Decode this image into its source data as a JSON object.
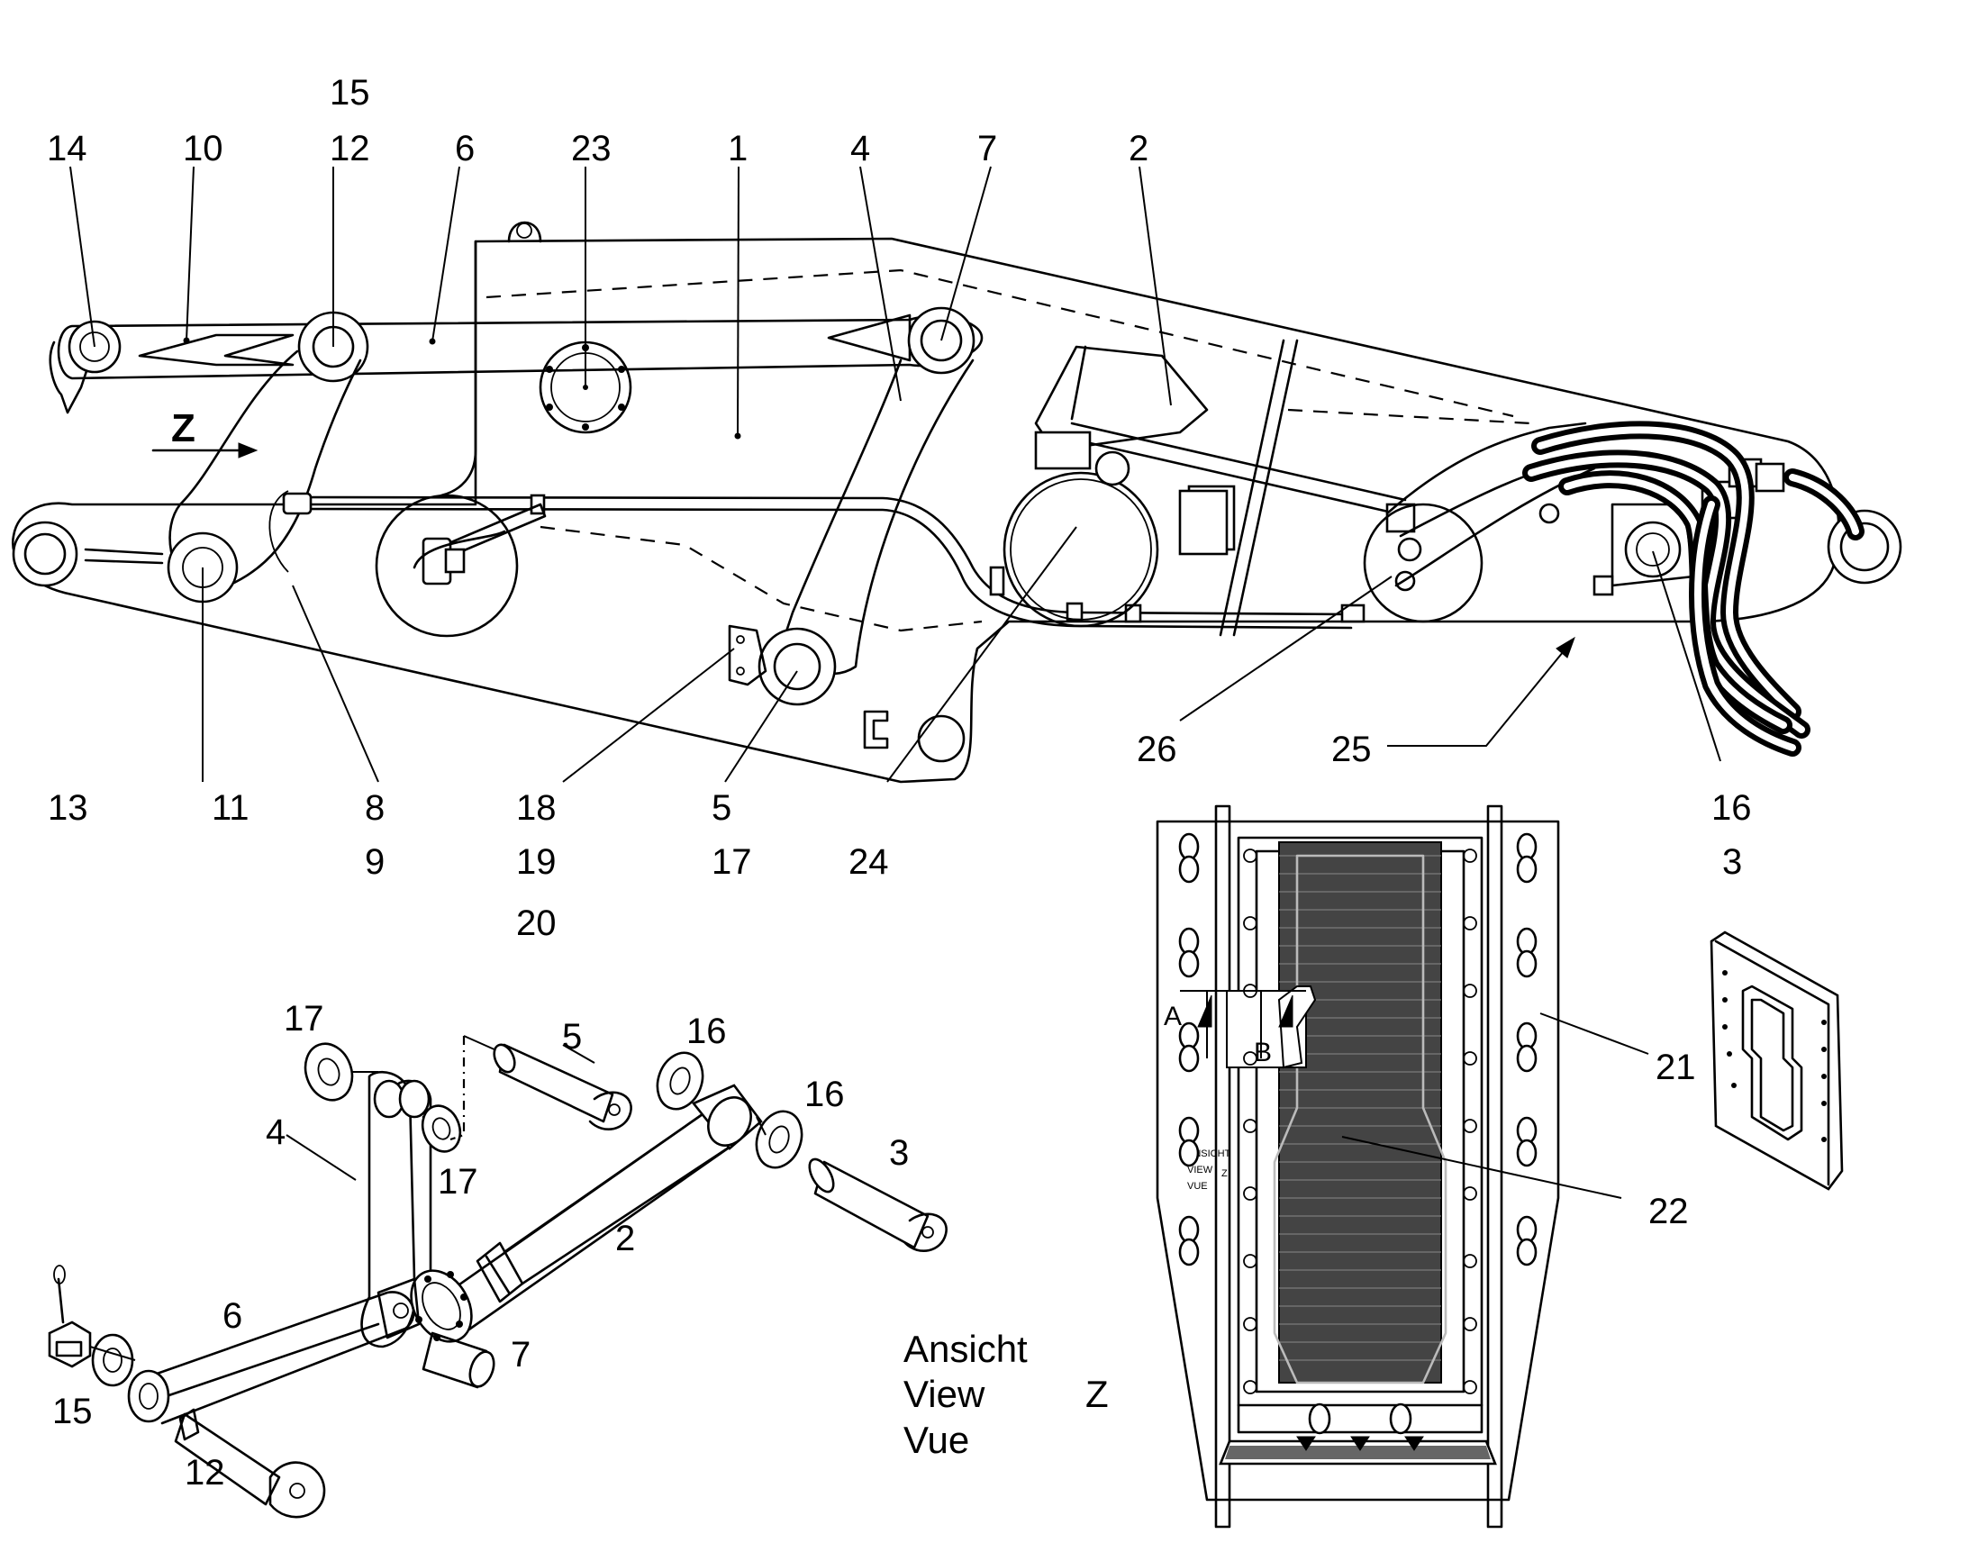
{
  "labels": {
    "top_row": [
      "14",
      "10",
      "12",
      "6",
      "23",
      "1",
      "4",
      "7",
      "2"
    ],
    "top_extra": "15",
    "bottom_row": [
      "13",
      "11",
      "8",
      "18",
      "5",
      "24",
      "26",
      "25",
      "16"
    ],
    "bottom_row_2": [
      "9",
      "19",
      "17",
      "3"
    ],
    "bottom_row_3": "20",
    "arrow_z": "Z",
    "exploded": [
      "17",
      "5",
      "16",
      "16",
      "4",
      "17",
      "3",
      "2",
      "6",
      "7",
      "15",
      "12"
    ],
    "view_refs": [
      "21",
      "22"
    ],
    "section_a": "A",
    "section_b": "B",
    "view_inner": [
      "ANSICHT",
      "VIEW",
      "VUE",
      "Z"
    ]
  },
  "caption": {
    "line1": "Ansicht",
    "line2": "View",
    "line3": "Vue",
    "letter": "Z"
  }
}
